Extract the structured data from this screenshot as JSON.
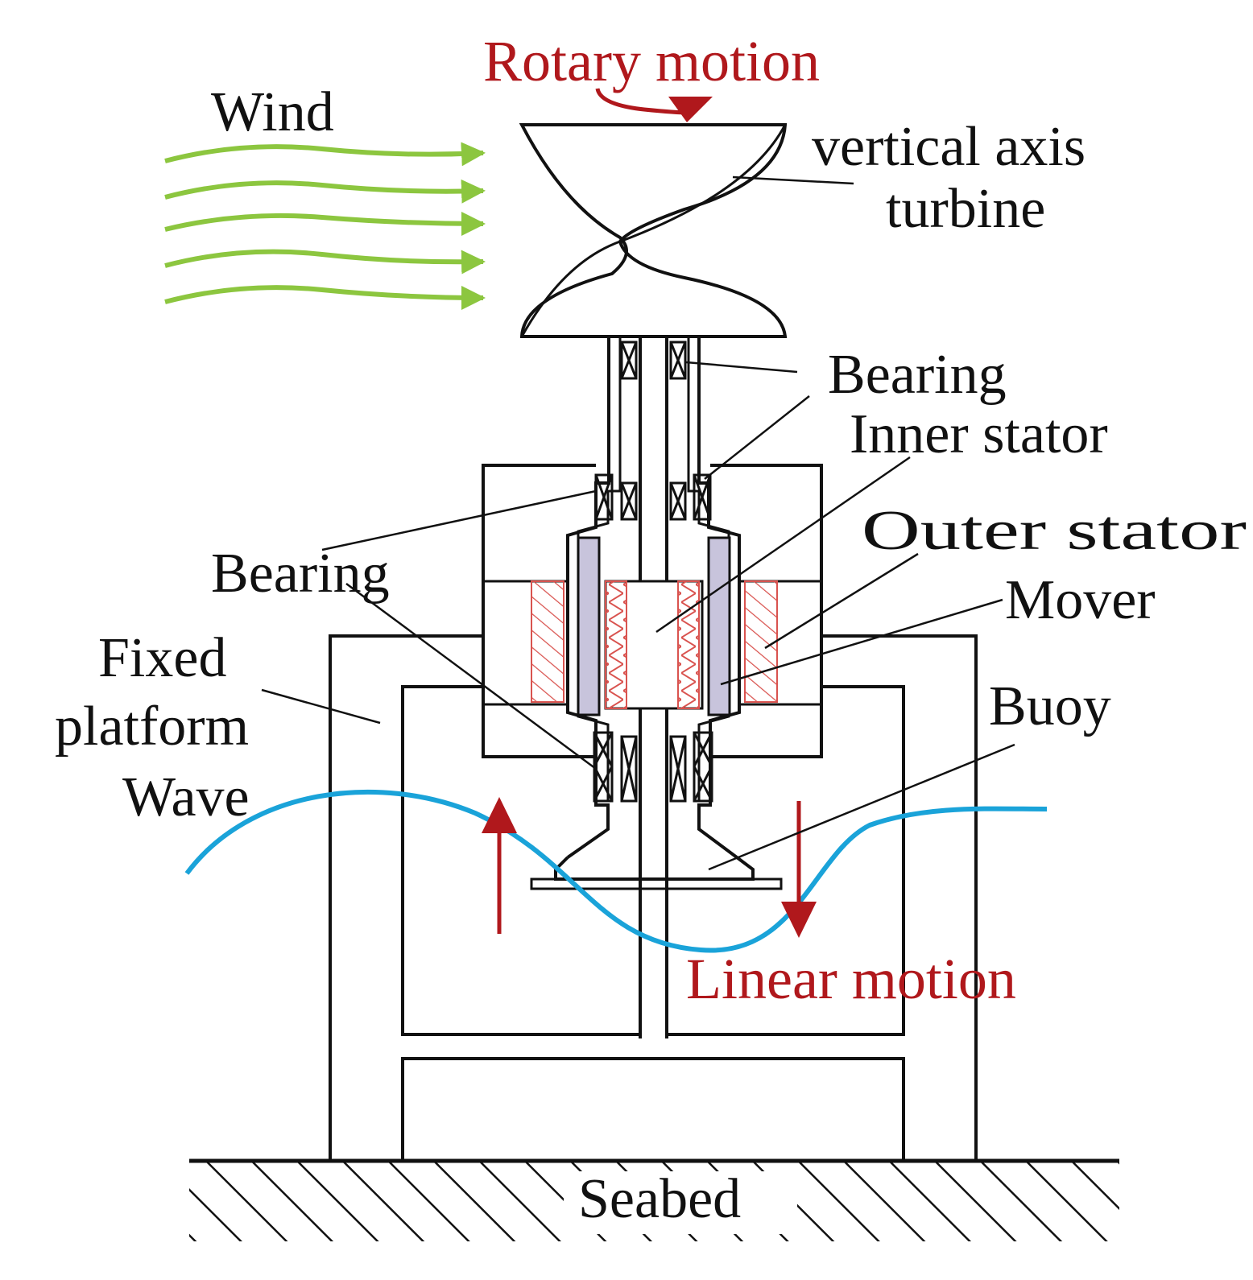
{
  "labels": {
    "rotary_motion": "Rotary motion",
    "wind": "Wind",
    "turbine_line1": "vertical axis",
    "turbine_line2": "turbine",
    "bearing_top": "Bearing",
    "inner_stator": "Inner stator",
    "outer_stator": "Outer stator",
    "mover": "Mover",
    "bearing_left": "Bearing",
    "fixed_line1": "Fixed",
    "fixed_line2": "platform",
    "wave": "Wave",
    "buoy": "Buoy",
    "linear_motion": "Linear motion",
    "seabed": "Seabed"
  },
  "colors": {
    "motion_arrow": "#b0181c",
    "wind_arrow": "#8cc63f",
    "wave": "#1aa3d9",
    "mover_fill": "#c8c4dc",
    "coil_hatch": "#d9534f",
    "line": "#111111"
  }
}
